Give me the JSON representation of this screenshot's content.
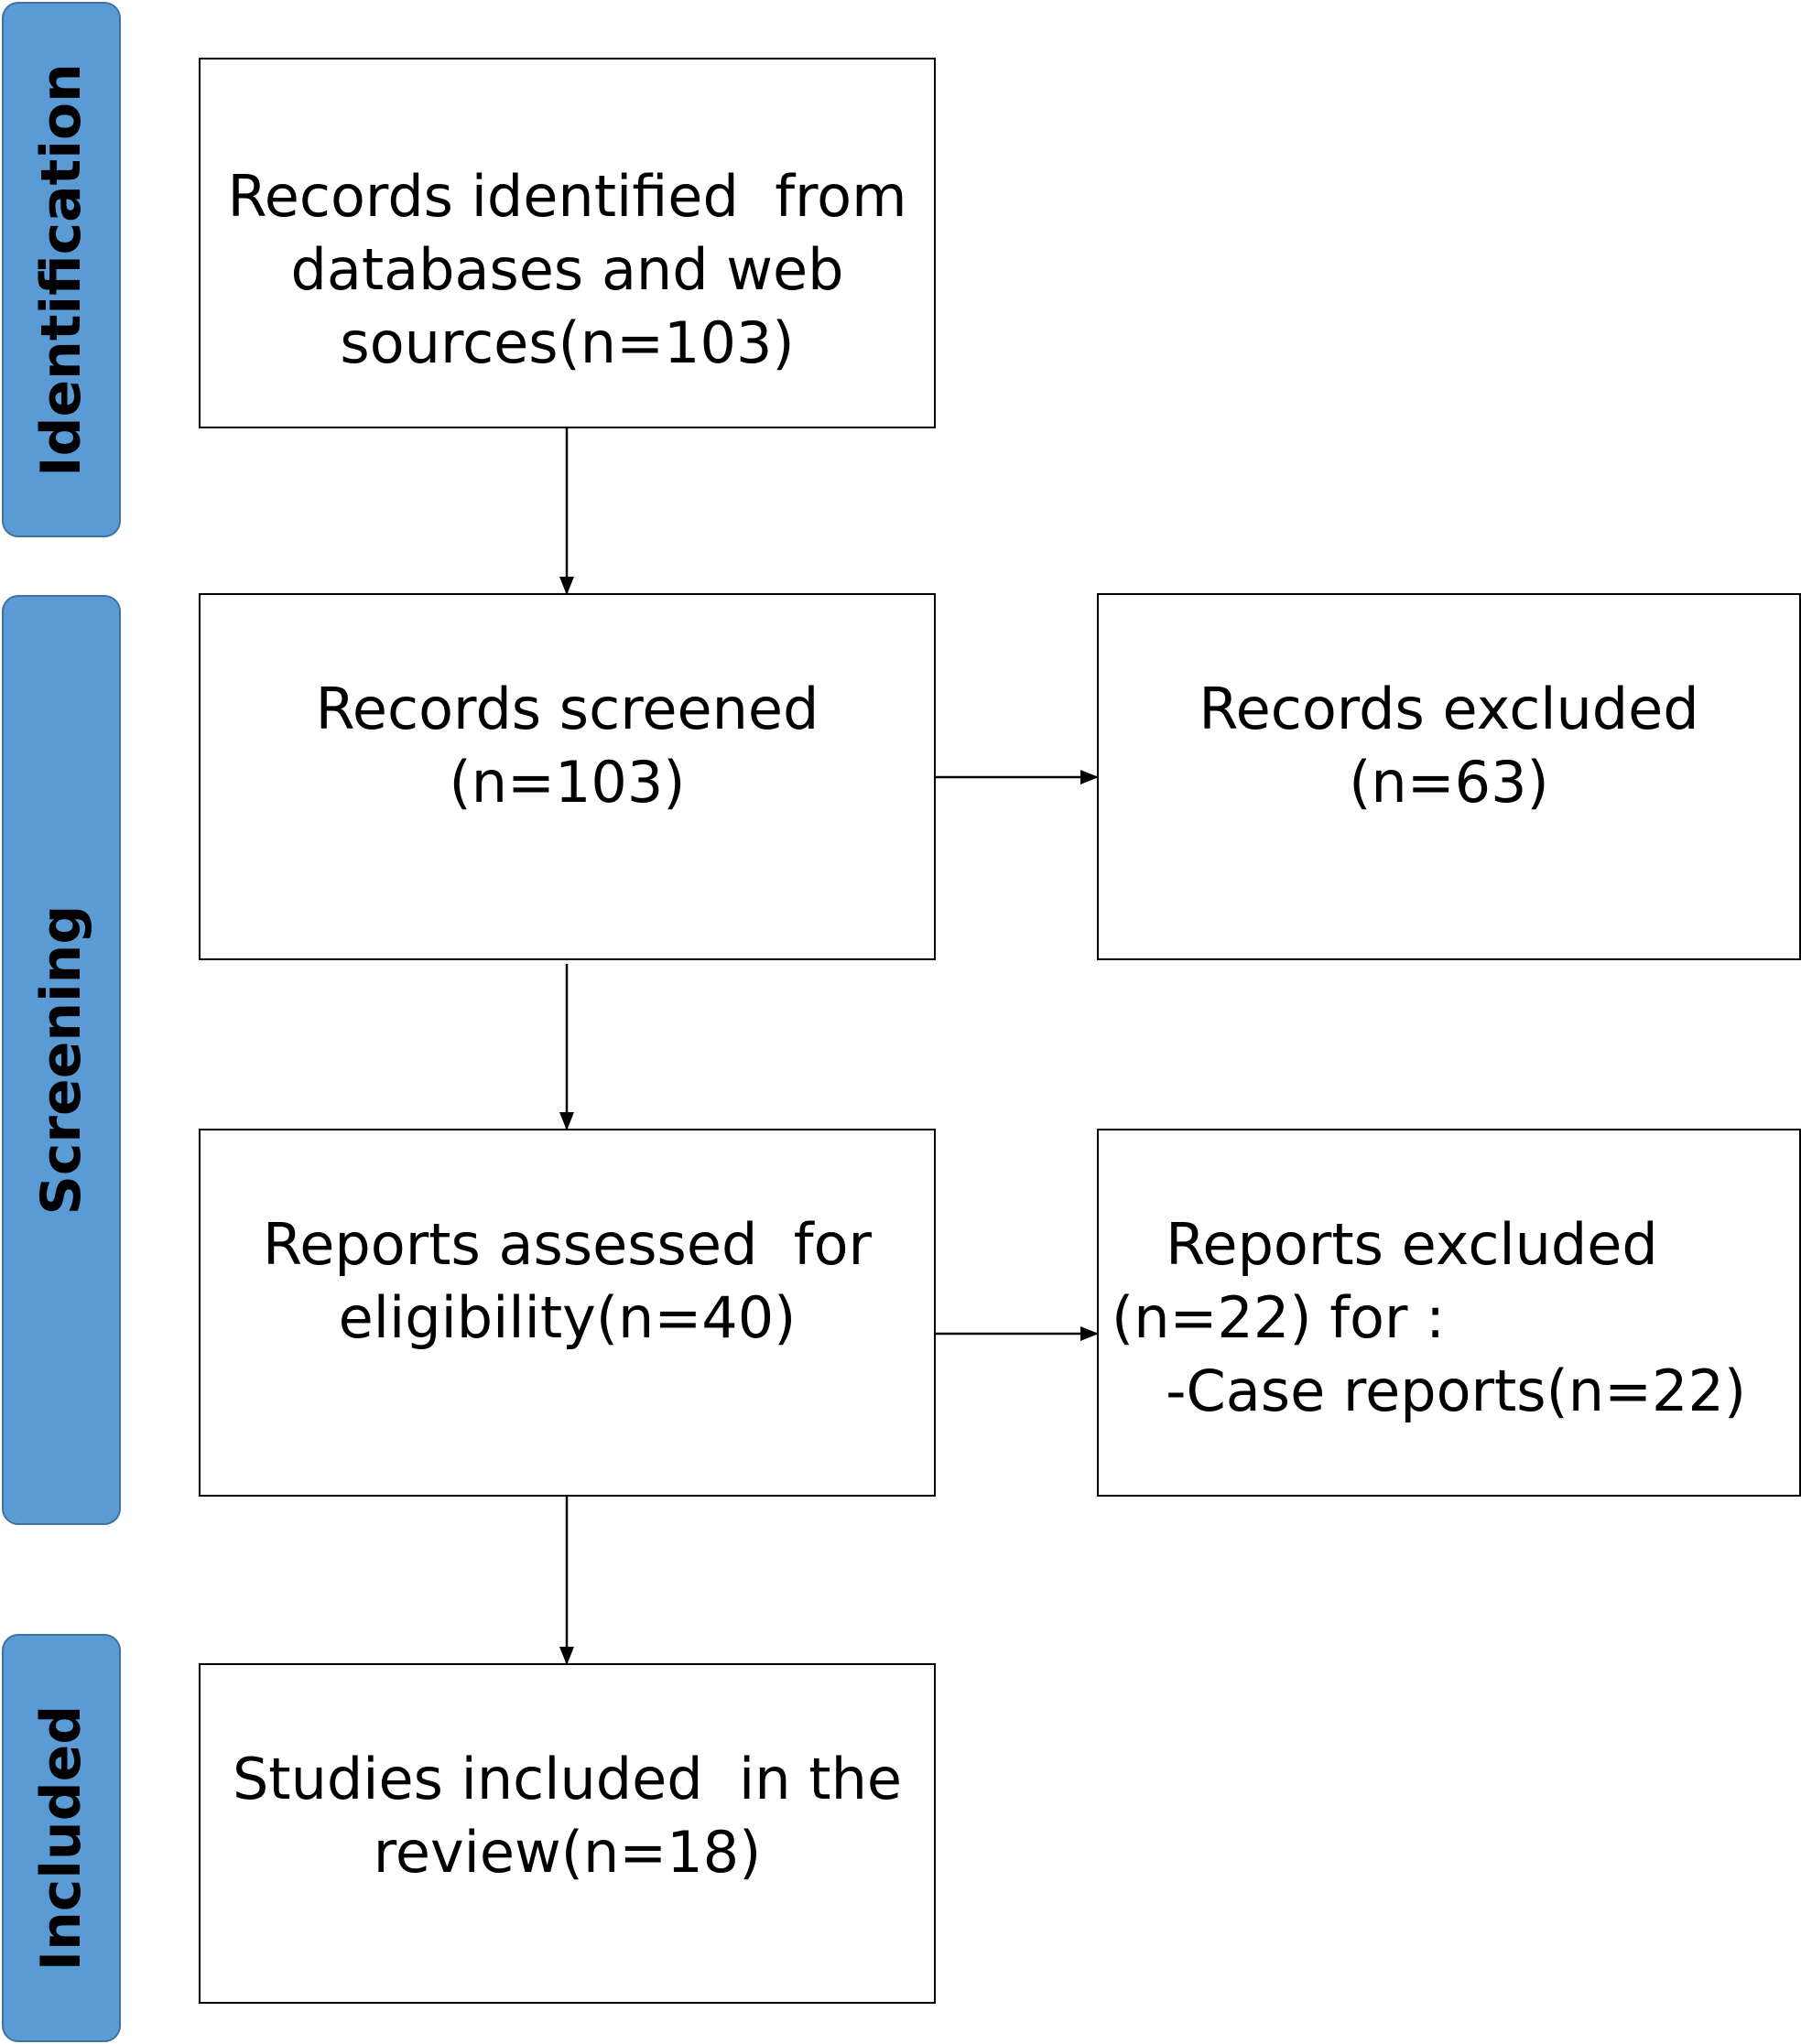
{
  "phases": {
    "identification": "Identification",
    "screening": "Screening",
    "included": "Included"
  },
  "boxes": {
    "identified": "Records identified  from\ndatabases and web\nsources(n=103)",
    "screened": "Records screened\n(n=103)",
    "excluded": "Records excluded\n(n=63)",
    "assessed": "Reports assessed  for\neligibility(n=40)",
    "reports_excluded": "   Reports excluded\n(n=22) for :\n   -Case reports(n=22)",
    "included": "Studies included  in the\nreview(n=18)"
  },
  "colors": {
    "phase_fill": "#5b9bd5",
    "phase_border": "#41719c",
    "box_border": "#000000",
    "arrow": "#000000"
  }
}
